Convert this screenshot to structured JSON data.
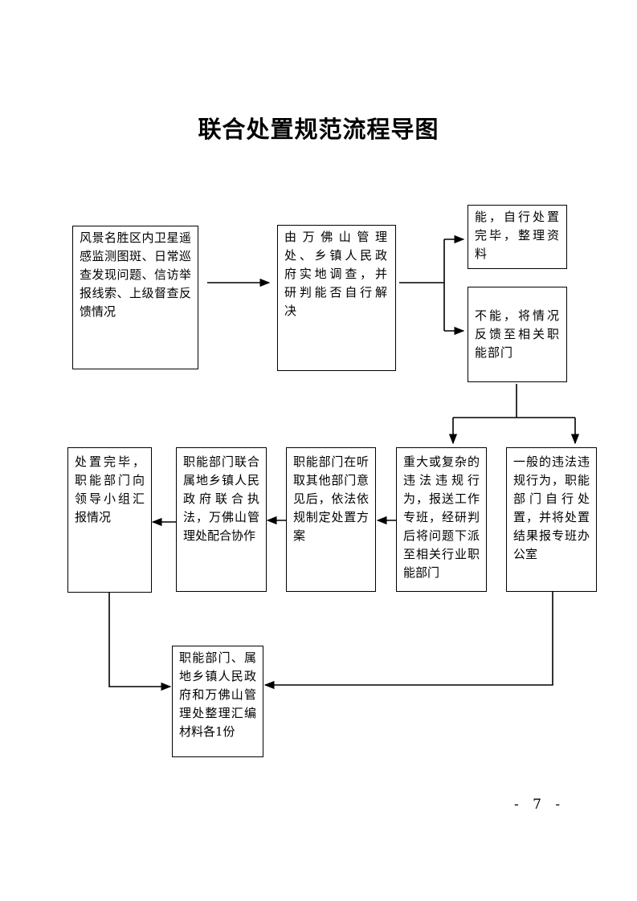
{
  "title": "联合处置规范流程导图",
  "page_number": "- 7 -",
  "boxes": {
    "source": "风景名胜区内卫星遥感监测图斑、日常巡查发现问题、信访举报线索、上级督查反馈情况",
    "investigate": "由万佛山管理处、乡镇人民政府实地调查，并研判能否自行解决",
    "can_handle": "能，自行处置完毕，整理资料",
    "cannot_handle": "不能，将情况反馈至相关职能部门",
    "general_violation": "一般的违法违规行为，职能部门自行处置，并将处置结果报专班办公室",
    "major_violation": "重大或复杂的违法违规行为，报送工作专班，经研判后将问题下派至相关行业职能部门",
    "dept_plan": "职能部门在听取其他部门意见后，依法依规制定处置方案",
    "joint_enforcement": "职能部门联合属地乡镇人民政府联合执法，万佛山管理处配合协作",
    "report": "处置完毕，职能部门向领导小组汇报情况",
    "archive": "职能部门、属地乡镇人民政府和万佛山管理处整理汇编材料各1份"
  }
}
